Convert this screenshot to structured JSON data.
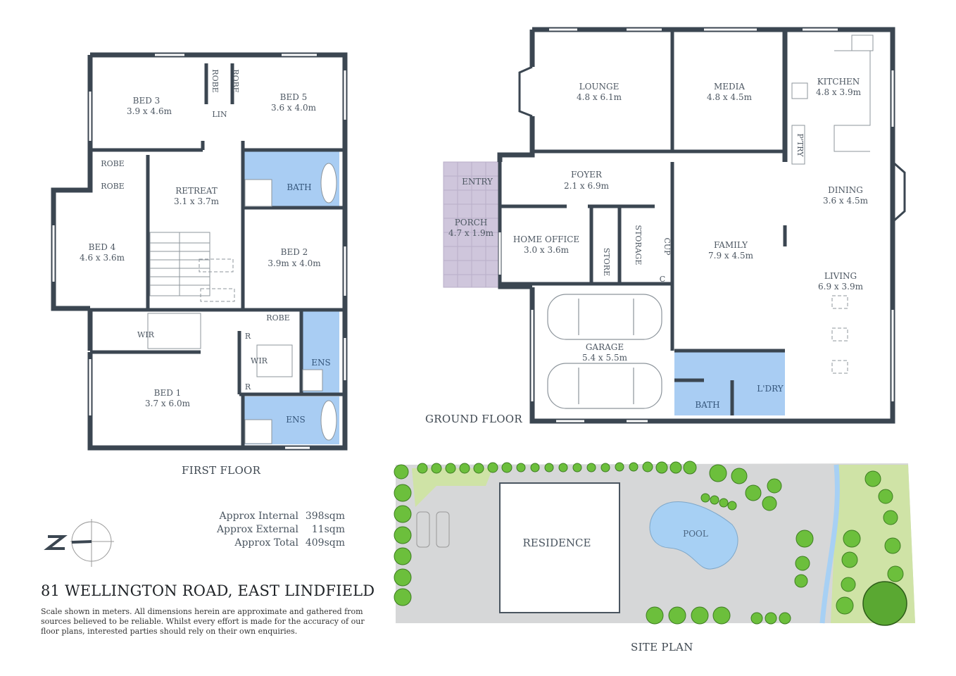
{
  "property": {
    "address": "81 WELLINGTON ROAD, EAST LINDFIELD",
    "disclaimer": "Scale shown in meters. All dimensions herein are approximate and gathered from sources believed to be reliable. Whilst every effort is made for the accuracy of our floor plans, interested parties should rely on their own enquiries."
  },
  "areas": [
    {
      "label": "Approx Internal",
      "value": "398sqm"
    },
    {
      "label": "Approx External",
      "value": "11sqm"
    },
    {
      "label": "Approx Total",
      "value": "409sqm"
    }
  ],
  "compass": {
    "icon": "north-arrow-icon",
    "letter": "N"
  },
  "colors": {
    "wall": "#3b4651",
    "wet_area": "#a9cdf3",
    "porch": "#cfc6dc",
    "lawn": "#cfe3a6",
    "paving": "#d6d7d8",
    "tree": "#6cbf3c",
    "pool": "#a7d0f4"
  },
  "first_floor": {
    "caption": "FIRST FLOOR",
    "rooms": [
      {
        "name": "BED 3",
        "size": "3.9 x 4.6m"
      },
      {
        "name": "BED 5",
        "size": "3.6 x 4.0m"
      },
      {
        "name": "ROBE",
        "size": ""
      },
      {
        "name": "ROBE",
        "size": ""
      },
      {
        "name": "LIN",
        "size": ""
      },
      {
        "name": "ROBE",
        "size": ""
      },
      {
        "name": "ROBE",
        "size": ""
      },
      {
        "name": "RETREAT",
        "size": "3.1 x 3.7m"
      },
      {
        "name": "BATH",
        "size": ""
      },
      {
        "name": "BED 4",
        "size": "4.6 x 3.6m"
      },
      {
        "name": "BED 2",
        "size": "3.9m x 4.0m"
      },
      {
        "name": "ROBE",
        "size": ""
      },
      {
        "name": "WIR",
        "size": ""
      },
      {
        "name": "R",
        "size": ""
      },
      {
        "name": "WIR",
        "size": ""
      },
      {
        "name": "R",
        "size": ""
      },
      {
        "name": "ENS",
        "size": ""
      },
      {
        "name": "BED 1",
        "size": "3.7 x 6.0m"
      },
      {
        "name": "ENS",
        "size": ""
      }
    ]
  },
  "ground_floor": {
    "caption": "GROUND FLOOR",
    "rooms": [
      {
        "name": "LOUNGE",
        "size": "4.8 x 6.1m"
      },
      {
        "name": "MEDIA",
        "size": "4.8 x 4.5m"
      },
      {
        "name": "KITCHEN",
        "size": "4.8 x 3.9m"
      },
      {
        "name": "P'TRY",
        "size": ""
      },
      {
        "name": "FOYER",
        "size": "2.1 x 6.9m"
      },
      {
        "name": "ENTRY",
        "size": ""
      },
      {
        "name": "PORCH",
        "size": "4.7 x 1.9m"
      },
      {
        "name": "HOME OFFICE",
        "size": "3.0 x 3.6m"
      },
      {
        "name": "STORE",
        "size": ""
      },
      {
        "name": "STORAGE",
        "size": ""
      },
      {
        "name": "CUP",
        "size": ""
      },
      {
        "name": "C",
        "size": ""
      },
      {
        "name": "DINING",
        "size": "3.6 x 4.5m"
      },
      {
        "name": "FAMILY",
        "size": "7.9 x 4.5m"
      },
      {
        "name": "LIVING",
        "size": "6.9 x 3.9m"
      },
      {
        "name": "GARAGE",
        "size": "5.4 x 5.5m"
      },
      {
        "name": "BATH",
        "size": ""
      },
      {
        "name": "L'DRY",
        "size": ""
      }
    ]
  },
  "site_plan": {
    "caption": "SITE PLAN",
    "labels": {
      "residence": "RESIDENCE",
      "pool": "POOL"
    }
  }
}
